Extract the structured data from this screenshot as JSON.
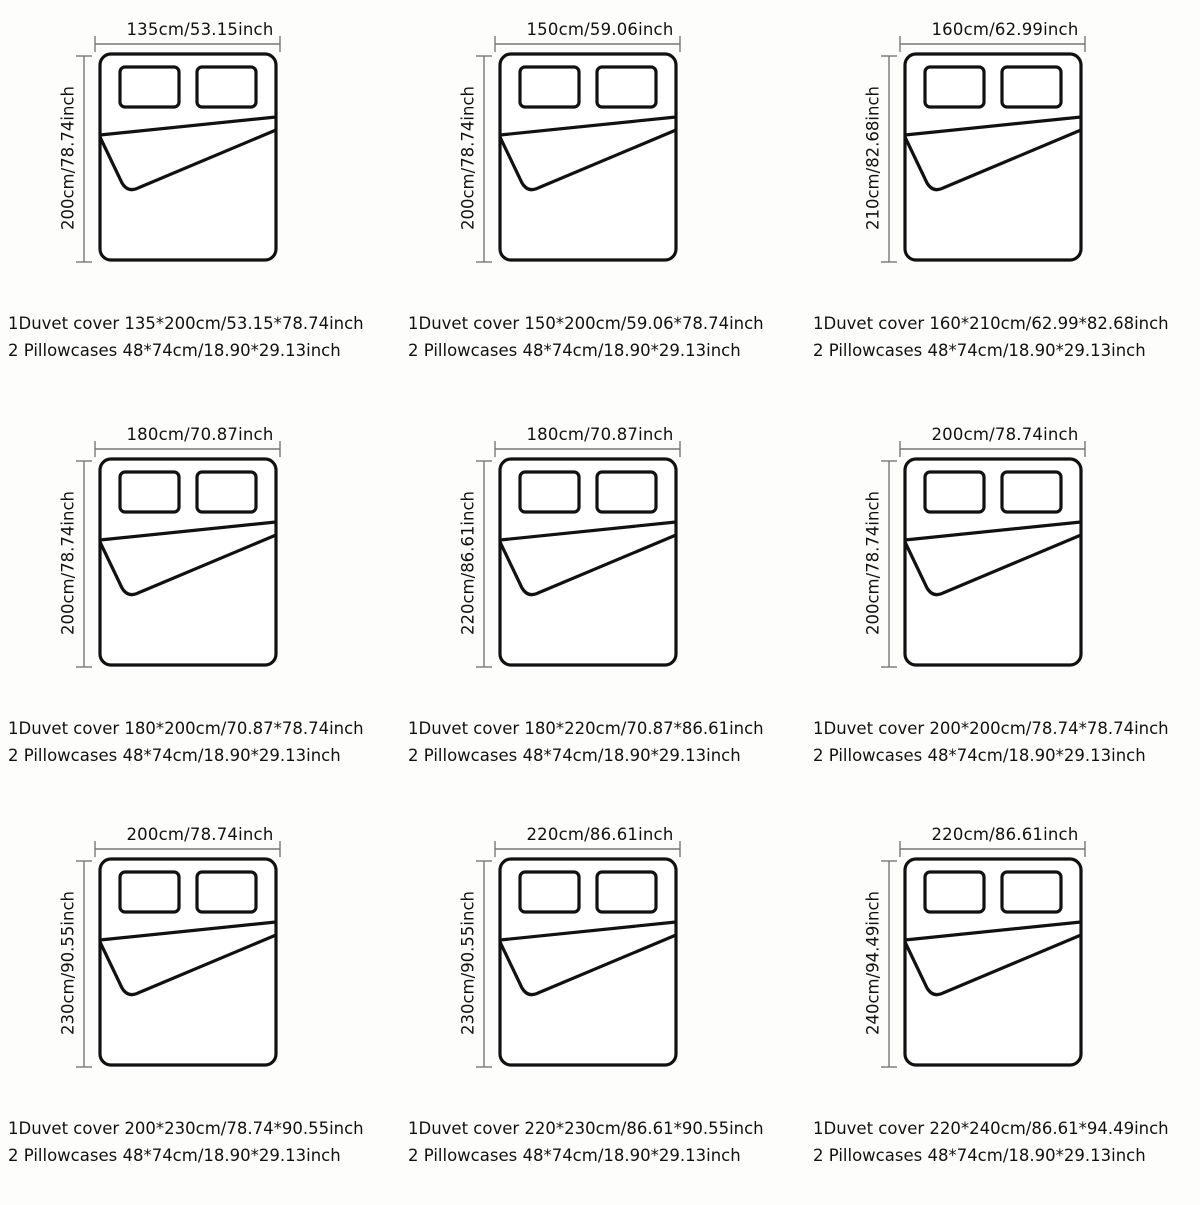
{
  "products": [
    {
      "width_label": "135cm/53.15inch",
      "height_label": "200cm/78.74inch",
      "duvet_text": "1Duvet cover 135*200cm/53.15*78.74inch",
      "pillow_text": "2 Pillowcases 48*74cm/18.90*29.13inch"
    },
    {
      "width_label": "150cm/59.06inch",
      "height_label": "200cm/78.74inch",
      "duvet_text": "1Duvet cover 150*200cm/59.06*78.74inch",
      "pillow_text": "2 Pillowcases 48*74cm/18.90*29.13inch"
    },
    {
      "width_label": "160cm/62.99inch",
      "height_label": "210cm/82.68inch",
      "duvet_text": "1Duvet cover 160*210cm/62.99*82.68inch",
      "pillow_text": "2 Pillowcases 48*74cm/18.90*29.13inch"
    },
    {
      "width_label": "180cm/70.87inch",
      "height_label": "200cm/78.74inch",
      "duvet_text": "1Duvet cover 180*200cm/70.87*78.74inch",
      "pillow_text": "2 Pillowcases 48*74cm/18.90*29.13inch"
    },
    {
      "width_label": "180cm/70.87inch",
      "height_label": "220cm/86.61inch",
      "duvet_text": "1Duvet cover 180*220cm/70.87*86.61inch",
      "pillow_text": "2 Pillowcases 48*74cm/18.90*29.13inch"
    },
    {
      "width_label": "200cm/78.74inch",
      "height_label": "200cm/78.74inch",
      "duvet_text": "1Duvet cover 200*200cm/78.74*78.74inch",
      "pillow_text": "2 Pillowcases 48*74cm/18.90*29.13inch"
    },
    {
      "width_label": "200cm/78.74inch",
      "height_label": "230cm/90.55inch",
      "duvet_text": "1Duvet cover 200*230cm/78.74*90.55inch",
      "pillow_text": "2 Pillowcases 48*74cm/18.90*29.13inch"
    },
    {
      "width_label": "220cm/86.61inch",
      "height_label": "230cm/90.55inch",
      "duvet_text": "1Duvet cover 220*230cm/86.61*90.55inch",
      "pillow_text": "2 Pillowcases 48*74cm/18.90*29.13inch"
    },
    {
      "width_label": "220cm/86.61inch",
      "height_label": "240cm/94.49inch",
      "duvet_text": "1Duvet cover 220*240cm/86.61*94.49inch",
      "pillow_text": "2 Pillowcases 48*74cm/18.90*29.13inch"
    }
  ]
}
